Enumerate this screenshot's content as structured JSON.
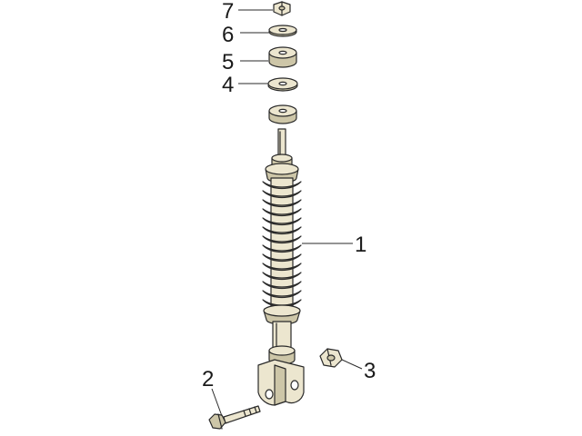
{
  "diagram": {
    "type": "exploded-parts-diagram",
    "colors": {
      "part_fill": "#ece6cf",
      "part_shade": "#cdc6a8",
      "spring_fill": "#e6dfc3",
      "outline": "#2a2a2a",
      "label": "#1a1a1a"
    },
    "parts": [
      {
        "id": "shock-absorber",
        "callout": "1"
      },
      {
        "id": "bolt",
        "callout": "2"
      },
      {
        "id": "nut",
        "callout": "3"
      },
      {
        "id": "lower-washer",
        "callout": "4"
      },
      {
        "id": "rubber-bushing",
        "callout": "5"
      },
      {
        "id": "upper-washer",
        "callout": "6"
      },
      {
        "id": "top-nut",
        "callout": "7"
      }
    ]
  }
}
